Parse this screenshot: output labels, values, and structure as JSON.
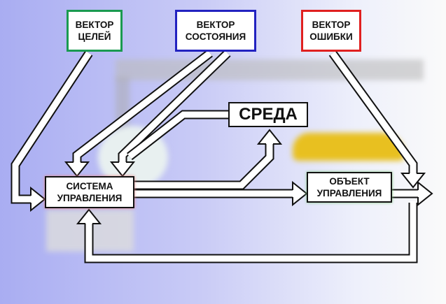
{
  "boxes": {
    "goals": {
      "line1": "ВЕКТОР",
      "line2": "ЦЕЛЕЙ",
      "color": "#1a9a50"
    },
    "state": {
      "line1": "ВЕКТОР",
      "line2": "СОСТОЯНИЯ",
      "color": "#2222c0"
    },
    "error": {
      "line1": "ВЕКТОР",
      "line2": "ОШИБКИ",
      "color": "#e02020"
    },
    "environment": {
      "label": "СРЕДА"
    },
    "control_system": {
      "line1": "СИСТЕМА",
      "line2": "УПРАВЛЕНИЯ"
    },
    "control_object": {
      "line1": "ОБЪЕКТ",
      "line2": "УПРАВЛЕНИЯ"
    }
  }
}
